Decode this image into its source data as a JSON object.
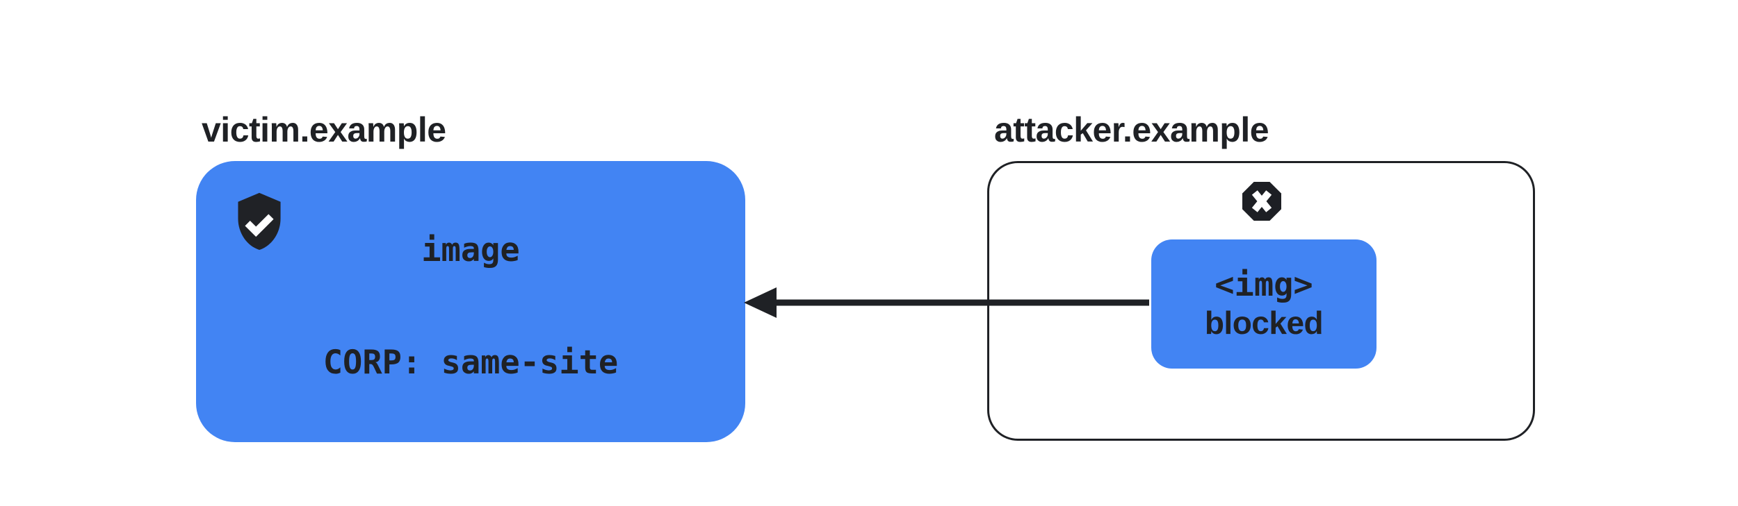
{
  "colors": {
    "accent_blue": "#4284f3",
    "ink": "#1f2125",
    "icon_fill": "#202226",
    "check_and_x": "#ffffff"
  },
  "victim": {
    "title": "victim.example",
    "box_lines": {
      "line1": "image",
      "line2": "CORP: same-site"
    },
    "shield_icon": "shield-with-checkmark"
  },
  "attacker": {
    "title": "attacker.example",
    "blocked_icon": "octagon-with-x",
    "request_box_lines": {
      "line1": "<img>",
      "line2": "blocked"
    }
  },
  "arrow": {
    "direction": "right-to-left",
    "from": "attacker request box",
    "to": "victim resource box"
  }
}
